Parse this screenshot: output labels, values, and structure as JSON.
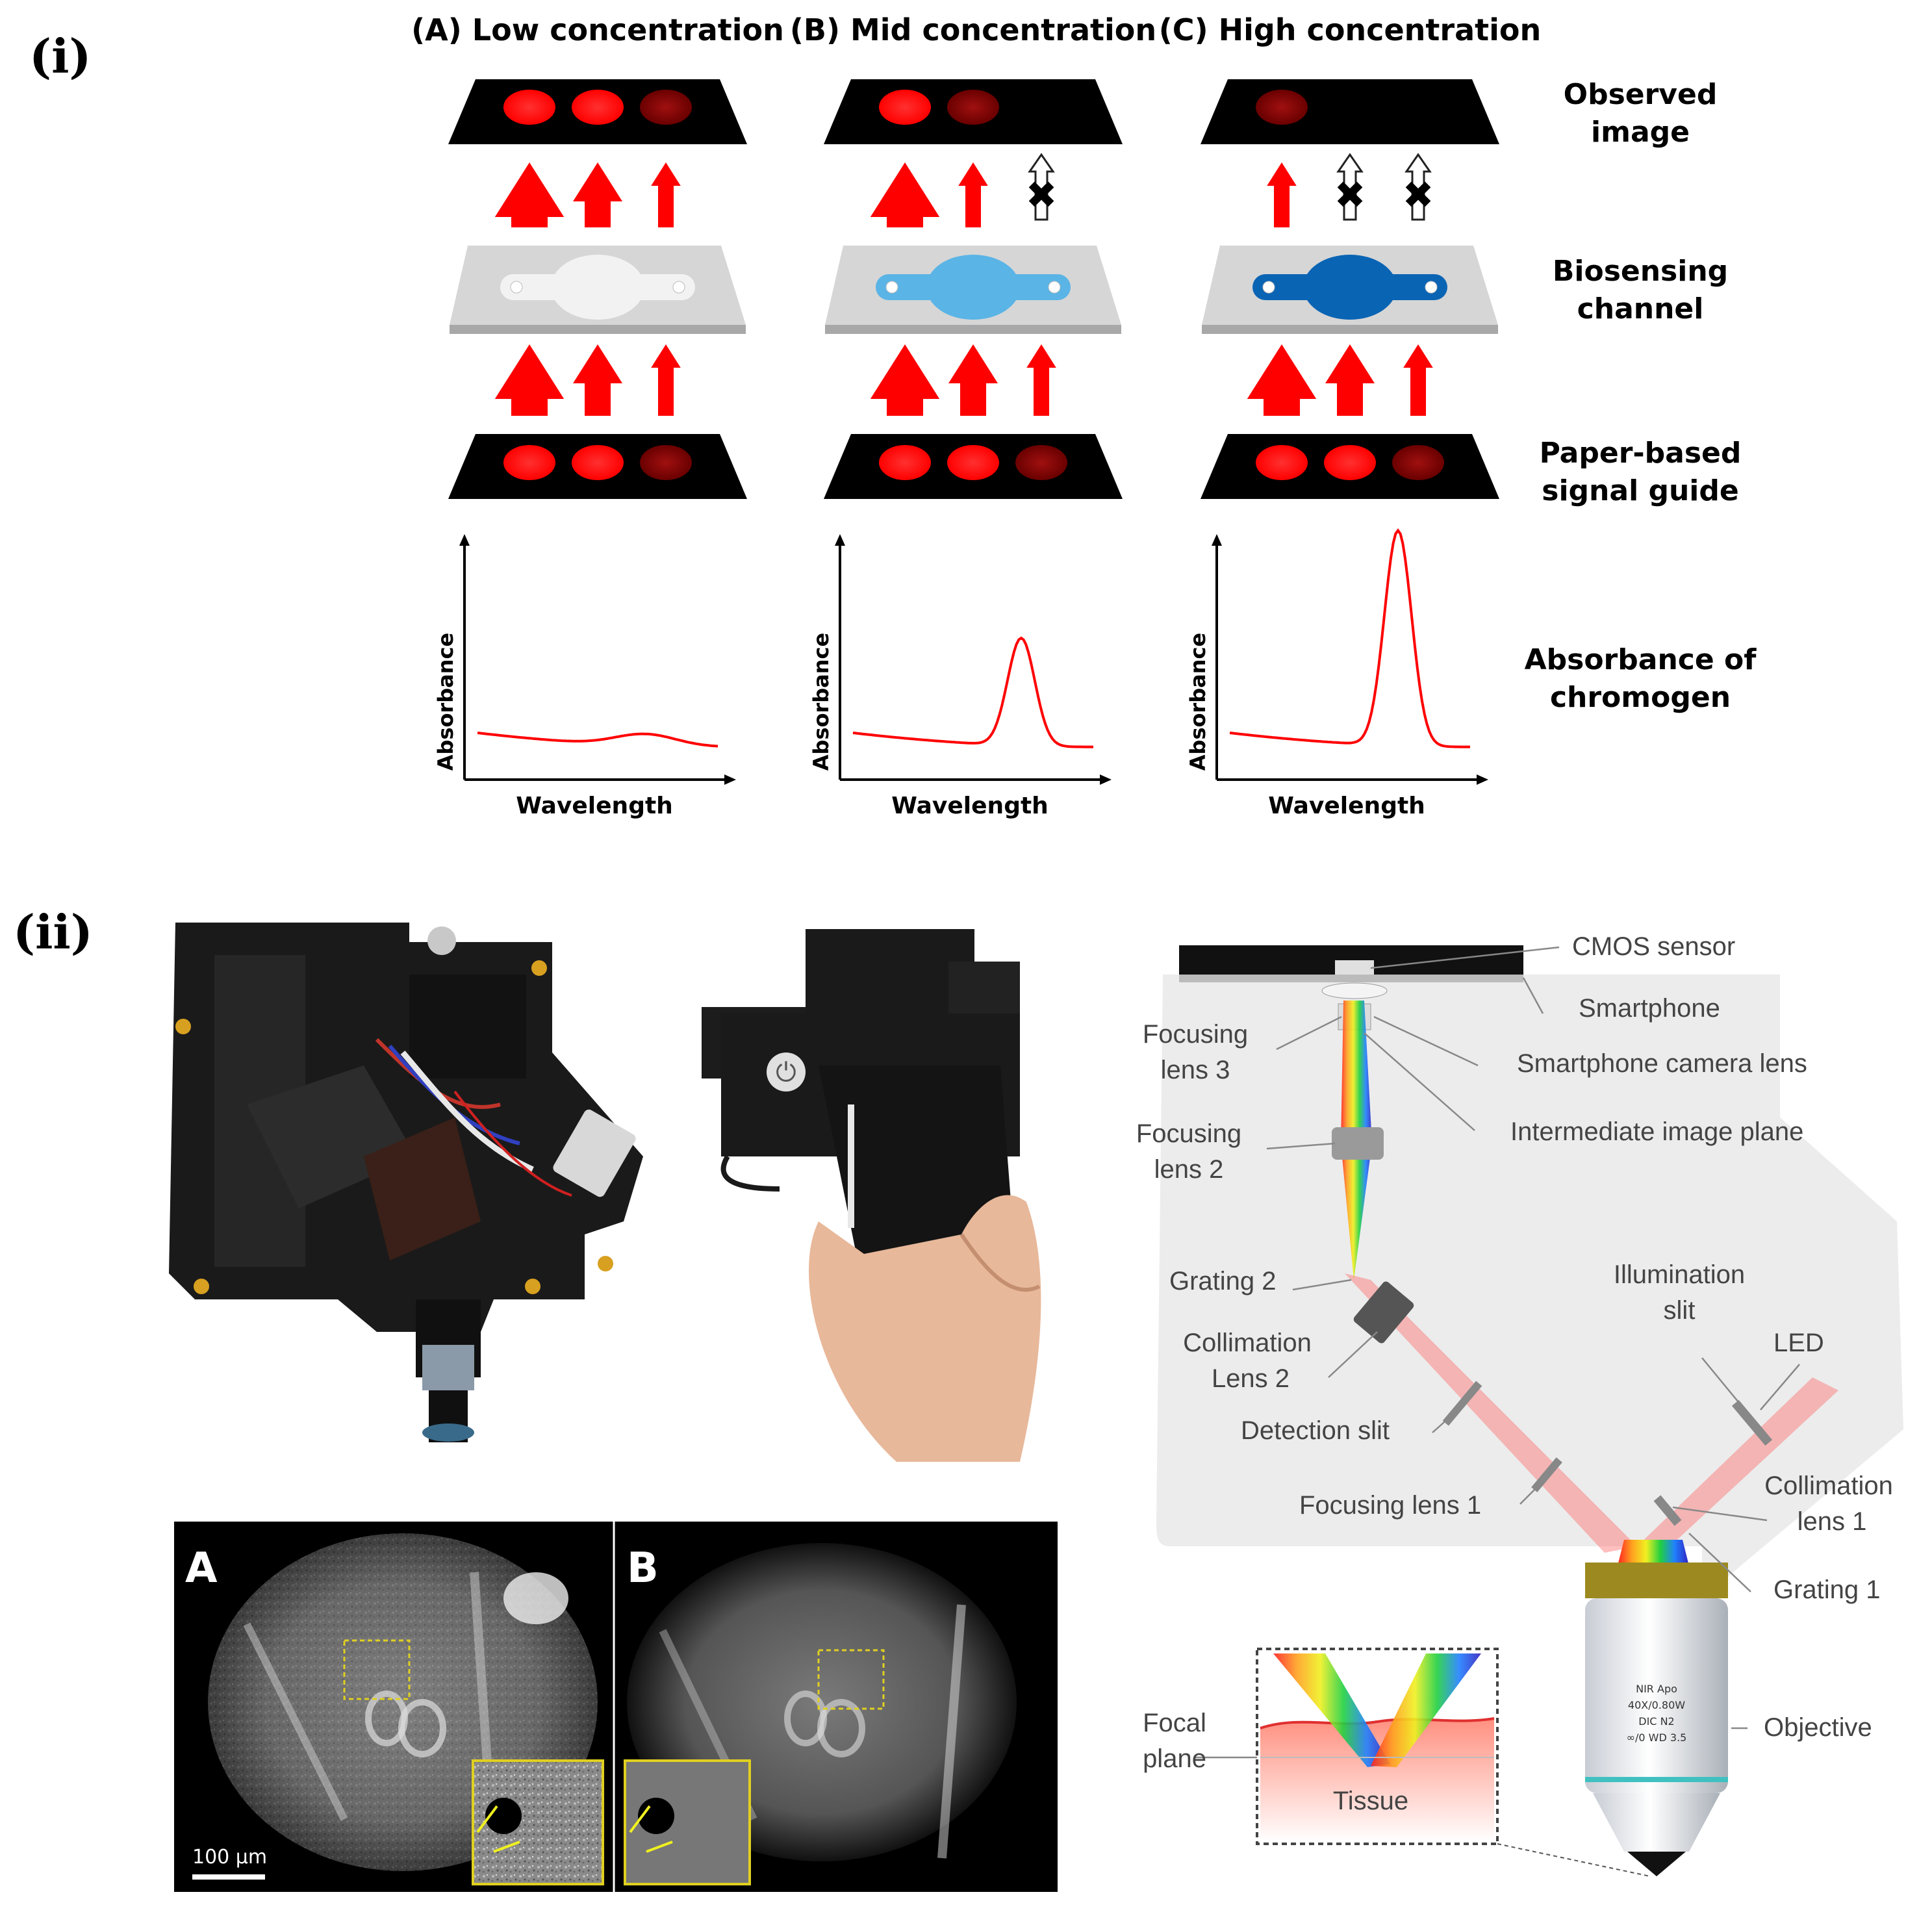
{
  "panel_i": {
    "label": "(i)",
    "columns": [
      {
        "heading": "(A) Low concentration",
        "x_axis": "Wavelength",
        "y_axis": "Absorbance"
      },
      {
        "heading": "(B) Mid concentration",
        "x_axis": "Wavelength",
        "y_axis": "Absorbance"
      },
      {
        "heading": "(C) High concentration",
        "x_axis": "Wavelength",
        "y_axis": "Absorbance"
      }
    ],
    "rows": {
      "observed_l1": "Observed",
      "observed_l2": "image",
      "channel_l1": "Biosensing",
      "channel_l2": "channel",
      "guide_l1": "Paper-based",
      "guide_l2": "signal guide",
      "absorb_l1": "Absorbance of",
      "absorb_l2": "chromogen"
    },
    "colors": {
      "signal": "#ff0000",
      "channel_low": "#f2f2f2",
      "channel_mid": "#5ab4e6",
      "channel_high": "#0a64b4"
    }
  },
  "panel_ii": {
    "label": "(ii)",
    "images": {
      "left": "A",
      "right": "B",
      "scale_bar": "100 µm"
    },
    "callouts": {
      "cmos": "CMOS sensor",
      "smartphone": "Smartphone",
      "camera_lens": "Smartphone camera lens",
      "intermediate": "Intermediate image plane",
      "focus3_l1": "Focusing",
      "focus3_l2": "lens 3",
      "focus2_l1": "Focusing",
      "focus2_l2": "lens 2",
      "grating2": "Grating 2",
      "illum_l1": "Illumination",
      "illum_l2": "slit",
      "led": "LED",
      "coll2_l1": "Collimation",
      "coll2_l2": "Lens 2",
      "detect": "Detection slit",
      "focus1": "Focusing lens 1",
      "coll1_l1": "Collimation",
      "coll1_l2": "lens 1",
      "grating1": "Grating 1",
      "objective": "Objective",
      "focal_l1": "Focal",
      "focal_l2": "plane",
      "tissue": "Tissue"
    },
    "objective_text": [
      "NIR Apo",
      "40X/0.80W",
      "DIC N2",
      "∞/0 WD 3.5"
    ]
  }
}
